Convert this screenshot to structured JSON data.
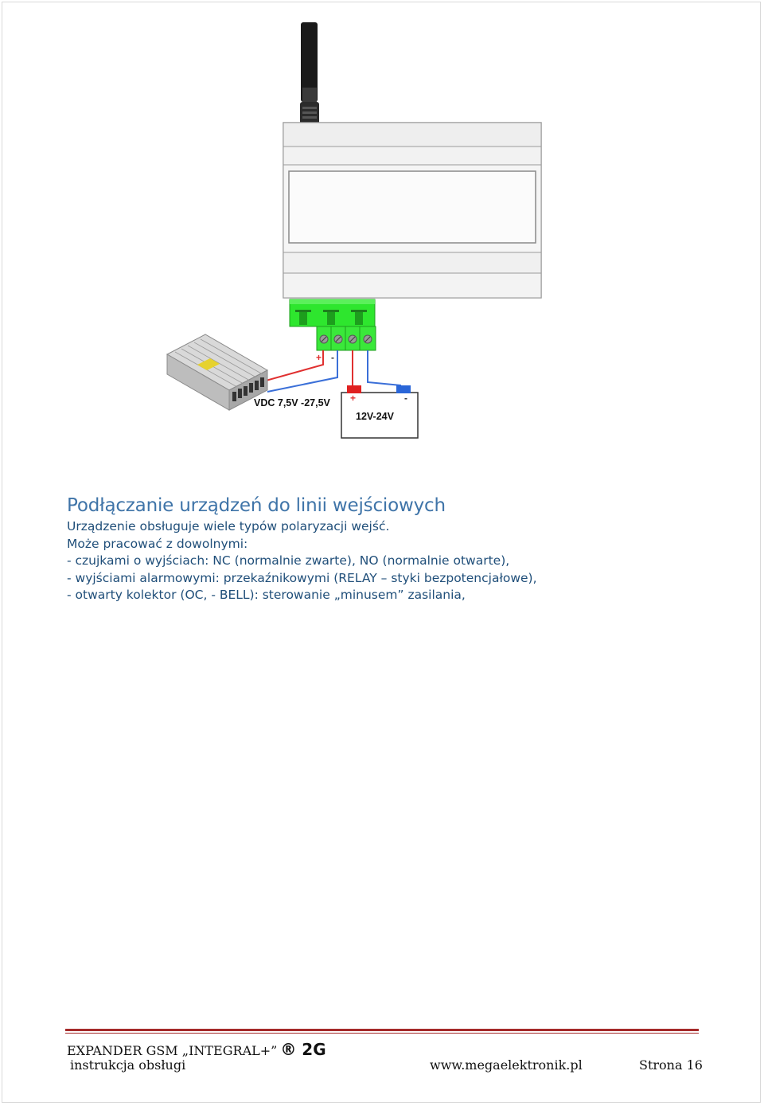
{
  "diagram": {
    "psu_label": "VDC 7,5V -27,5V",
    "battery_label": "12V-24V",
    "plus_sign": "+",
    "minus_sign": "-",
    "colors": {
      "terminal_green": "#2ee62e",
      "wire_red": "#e03030",
      "wire_blue": "#3a6fd8"
    }
  },
  "section": {
    "title": "Podłączanie urządzeń do linii wejściowych",
    "lines": [
      "Urządzenie obsługuje wiele typów polaryzacji wejść.",
      "Może pracować z dowolnymi:",
      "- czujkami o wyjściach: NC (normalnie zwarte), NO (normalnie otwarte),",
      "- wyjściami alarmowymi: przekaźnikowymi (RELAY – styki bezpotencjałowe),",
      "- otwarty kolektor (OC, - BELL): sterowanie „minusem” zasilania,"
    ]
  },
  "footer": {
    "doc_title": "EXPANDER GSM „INTEGRAL+”",
    "doc_mark": "® 2G",
    "subtitle": "instrukcja obsługi",
    "website": "www.megaelektronik.pl",
    "page": "Strona 16"
  }
}
